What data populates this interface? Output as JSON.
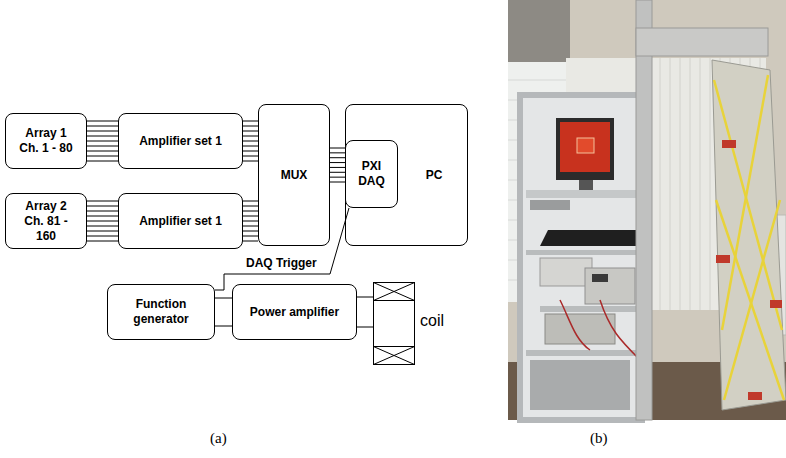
{
  "diagram": {
    "nodes": [
      {
        "text": [
          "Array 1 Ch. 1 - 80"
        ]
      },
      {
        "text": [
          "Amplifier set 1"
        ]
      },
      {
        "text": [
          "Array 2 Ch. 81 - 160"
        ]
      },
      {
        "text": [
          "Amplifier set 1"
        ]
      },
      {
        "text": [
          "MUX"
        ]
      },
      {
        "text": [
          "PC"
        ]
      },
      {
        "text": [
          "PXI DAQ"
        ],
        "in": 5
      },
      {
        "text": [
          "Function generator"
        ]
      },
      {
        "text": [
          "Power amplifier"
        ]
      },
      {
        "text": [
          "coil"
        ]
      }
    ],
    "edges": [
      {
        "from": 0,
        "to": 1,
        "arrow": "none"
      },
      {
        "from": 2,
        "to": 3,
        "arrow": "none"
      },
      {
        "from": 1,
        "to": 4,
        "arrow": "none"
      },
      {
        "from": 3,
        "to": 4,
        "arrow": "none"
      },
      {
        "from": 4,
        "to": 6,
        "arrow": "none"
      },
      {
        "from": 7,
        "to": 6,
        "label": "DAQ Trigger",
        "arrow": "none"
      },
      {
        "from": 7,
        "to": 8,
        "arrow": "none"
      },
      {
        "from": 8,
        "to": 9,
        "arrow": "none"
      }
    ],
    "labels": [
      "(a)",
      "(b)"
    ]
  }
}
